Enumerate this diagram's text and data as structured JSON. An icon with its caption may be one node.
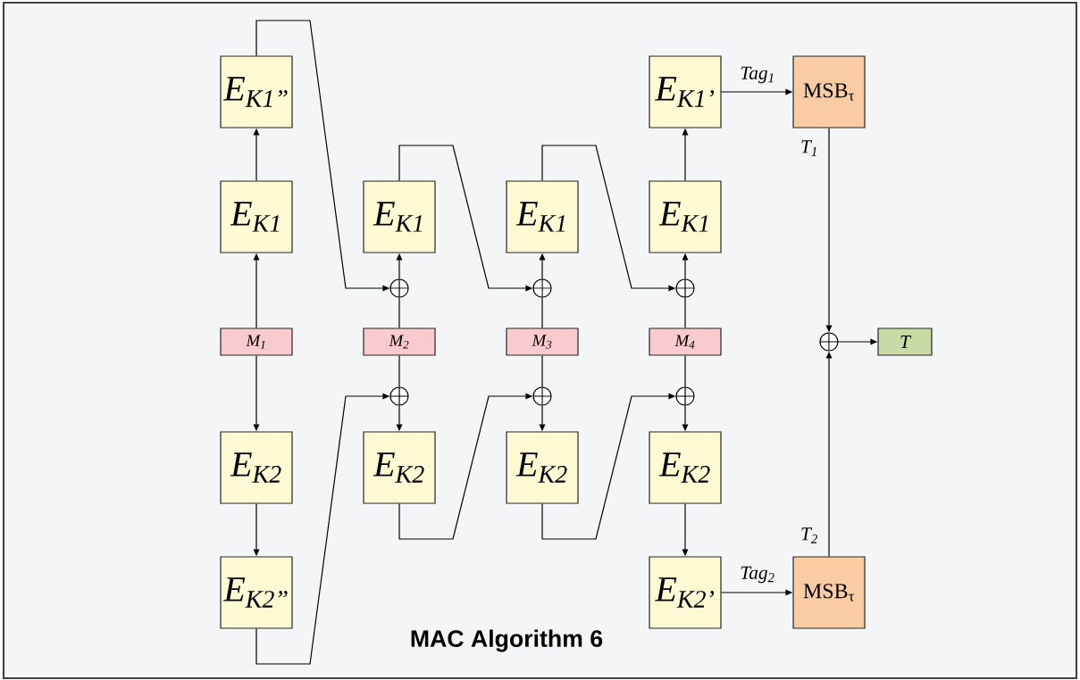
{
  "diagram": {
    "title": "MAC Algorithm 6",
    "nodes": [
      {
        "text": [
          "E$_{K1”}$"
        ]
      },
      {
        "text": [
          "E$_{K1’}$"
        ]
      },
      {
        "text": [
          "MSB$_{τ}$"
        ]
      },
      {
        "text": [
          "E$_{K1}$"
        ]
      },
      {
        "text": [
          "E$_{K1}$"
        ]
      },
      {
        "text": [
          "E$_{K1}$"
        ]
      },
      {
        "text": [
          "E$_{K1}$"
        ]
      },
      {
        "text": [],
        "shape": "circle"
      },
      {
        "text": [],
        "shape": "circle"
      },
      {
        "text": [],
        "shape": "circle"
      },
      {
        "text": [
          "M$_{1}$"
        ]
      },
      {
        "text": [
          "M$_{2}$"
        ]
      },
      {
        "text": [
          "M$_{3}$"
        ]
      },
      {
        "text": [
          "M$_{4}$"
        ]
      },
      {
        "text": [],
        "shape": "circle"
      },
      {
        "text": [
          "T"
        ]
      },
      {
        "text": [],
        "shape": "circle"
      },
      {
        "text": [],
        "shape": "circle"
      },
      {
        "text": [],
        "shape": "circle"
      },
      {
        "text": [
          "E$_{K2}$"
        ]
      },
      {
        "text": [
          "E$_{K2}$"
        ]
      },
      {
        "text": [
          "E$_{K2}$"
        ]
      },
      {
        "text": [
          "E$_{K2}$"
        ]
      },
      {
        "text": [
          "E$_{K2”}$"
        ]
      },
      {
        "text": [
          "E$_{K2’}$"
        ]
      },
      {
        "text": [
          "MSB$_{τ}$"
        ]
      }
    ],
    "edges": [
      {
        "from": 10,
        "to": 3,
        "arrow": "to"
      },
      {
        "from": 3,
        "to": 0,
        "arrow": "to"
      },
      {
        "from": 0,
        "to": 7,
        "arrow": "to"
      },
      {
        "from": 11,
        "to": 7,
        "arrow": "none"
      },
      {
        "from": 7,
        "to": 4,
        "arrow": "to"
      },
      {
        "from": 4,
        "to": 8,
        "arrow": "to"
      },
      {
        "from": 12,
        "to": 8,
        "arrow": "none"
      },
      {
        "from": 8,
        "to": 5,
        "arrow": "to"
      },
      {
        "from": 5,
        "to": 9,
        "arrow": "to"
      },
      {
        "from": 13,
        "to": 9,
        "arrow": "none"
      },
      {
        "from": 9,
        "to": 6,
        "arrow": "to"
      },
      {
        "from": 6,
        "to": 1,
        "arrow": "to"
      },
      {
        "from": 1,
        "to": 2,
        "arrow": "to",
        "label": "Tag$_{1}$"
      },
      {
        "from": 2,
        "to": 14,
        "arrow": "to",
        "label": "T$_{1}$"
      },
      {
        "from": 14,
        "to": 15,
        "arrow": "to"
      },
      {
        "from": 10,
        "to": 19,
        "arrow": "to"
      },
      {
        "from": 19,
        "to": 23,
        "arrow": "to"
      },
      {
        "from": 23,
        "to": 16,
        "arrow": "to"
      },
      {
        "from": 11,
        "to": 16,
        "arrow": "none"
      },
      {
        "from": 16,
        "to": 20,
        "arrow": "to"
      },
      {
        "from": 20,
        "to": 17,
        "arrow": "to"
      },
      {
        "from": 12,
        "to": 17,
        "arrow": "none"
      },
      {
        "from": 17,
        "to": 21,
        "arrow": "to"
      },
      {
        "from": 21,
        "to": 18,
        "arrow": "to"
      },
      {
        "from": 13,
        "to": 18,
        "arrow": "none"
      },
      {
        "from": 18,
        "to": 22,
        "arrow": "to"
      },
      {
        "from": 22,
        "to": 24,
        "arrow": "to"
      },
      {
        "from": 24,
        "to": 25,
        "arrow": "to",
        "label": "Tag$_{2}$"
      },
      {
        "from": 25,
        "to": 14,
        "arrow": "to",
        "label": "T$_{2}$"
      }
    ]
  }
}
